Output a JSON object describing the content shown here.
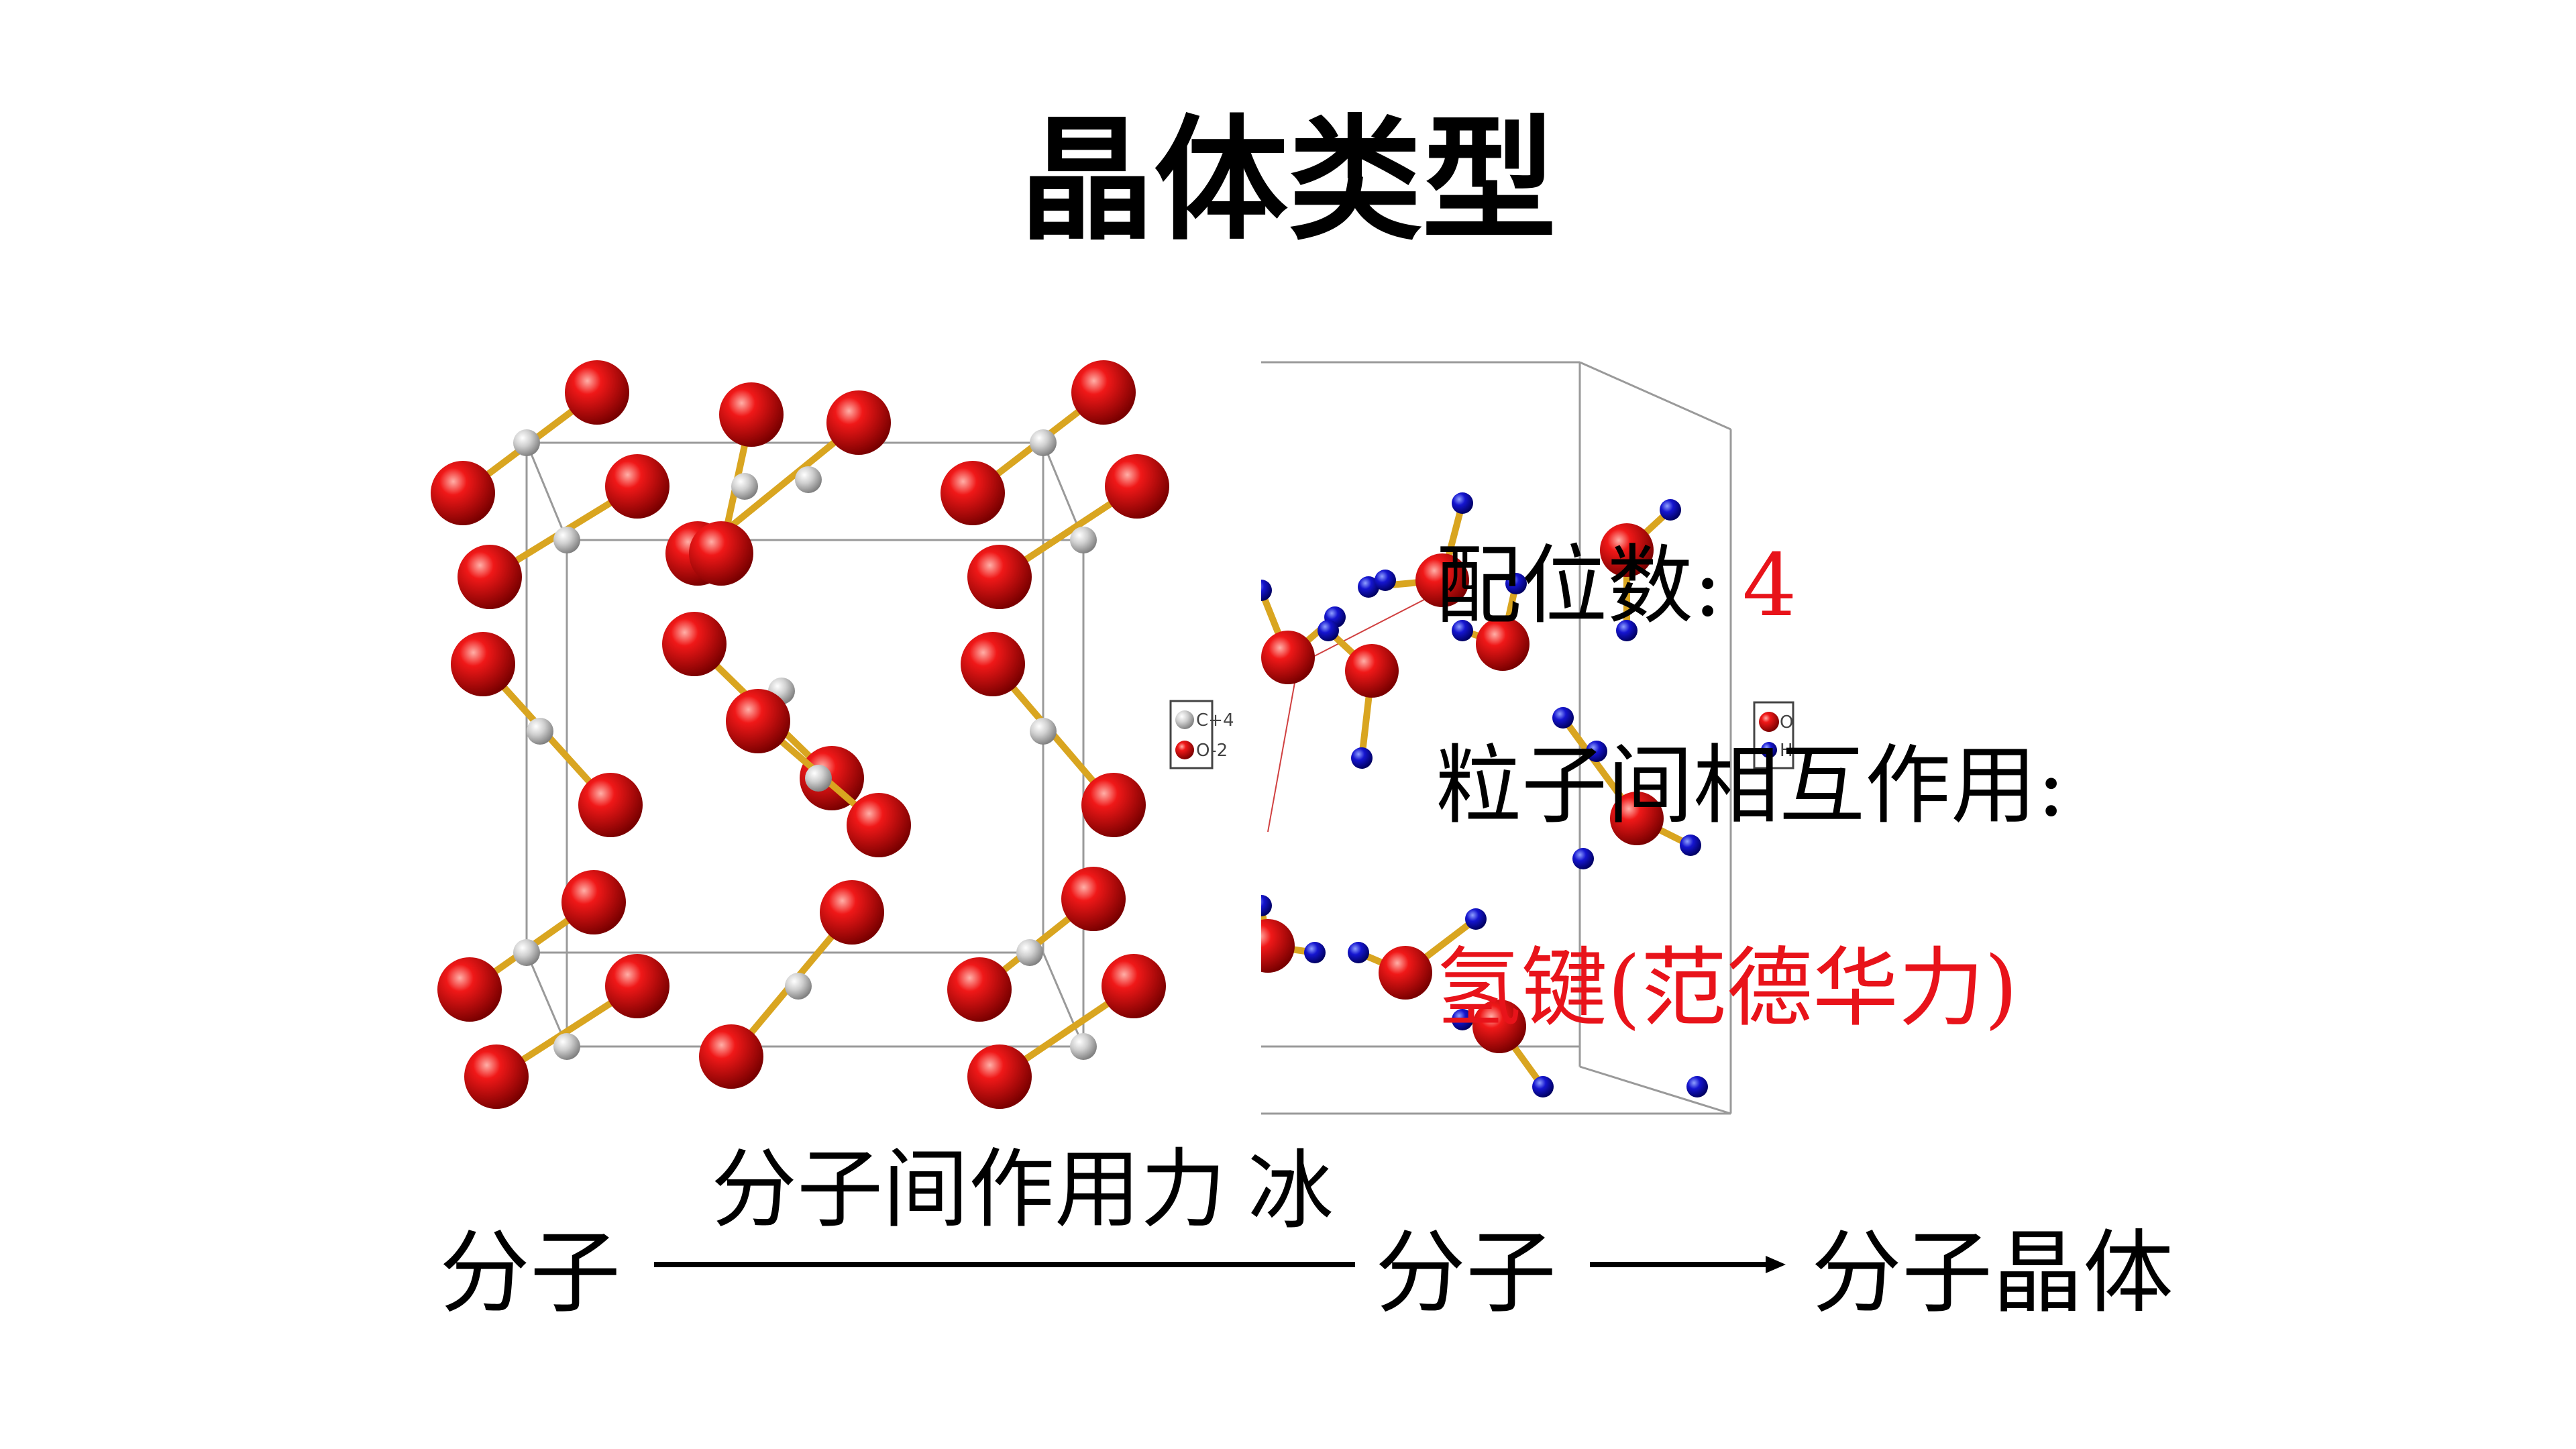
{
  "title": "晶体类型",
  "legend_co2": {
    "c_label": "C+4",
    "o_label": "O-2"
  },
  "legend_ice": {
    "o_label": "O",
    "h_label": "H"
  },
  "coordination": {
    "label": "配位数:",
    "value": "4"
  },
  "interaction": {
    "label": "粒子间相互作用:",
    "value": "氢键(范德华力)"
  },
  "equation": {
    "left": "分子",
    "arrow_label": "分子间作用力",
    "middle": "分子",
    "right": "分子晶体",
    "overlay": "冰"
  },
  "colors": {
    "red_atom": "#e00000",
    "carbon_atom": "#d8d8d8",
    "hydrogen_atom": "#1010c8",
    "bond": "#d9a520",
    "accent_text": "#e8131a"
  }
}
